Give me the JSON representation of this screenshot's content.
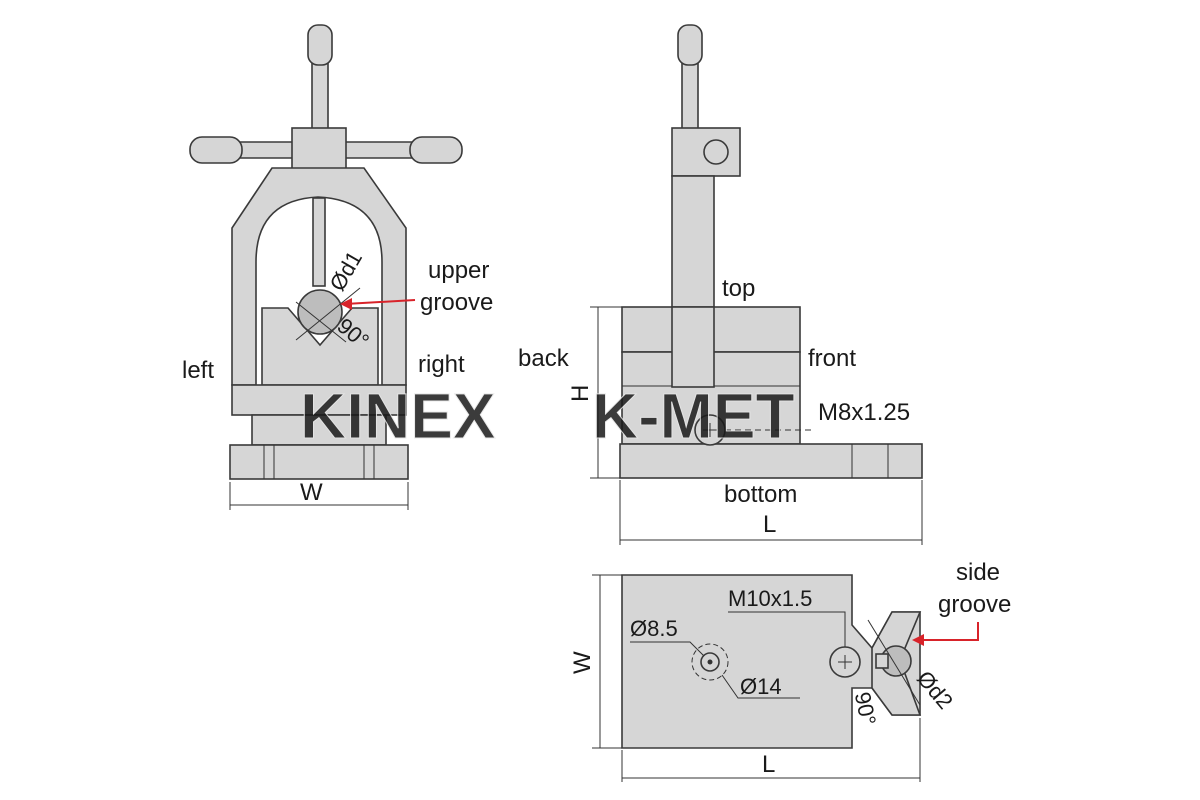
{
  "front_view": {
    "upper_groove_label_1": "upper",
    "upper_groove_label_2": "groove",
    "diameter_label": "Ød1",
    "angle_label": "90°",
    "left_label": "left",
    "right_label": "right",
    "width_label": "W"
  },
  "side_view": {
    "top_label": "top",
    "back_label": "back",
    "front_label": "front",
    "height_label": "H",
    "thread_label": "M8x1.25",
    "bottom_label": "bottom",
    "length_label": "L"
  },
  "bottom_view": {
    "side_groove_label_1": "side",
    "side_groove_label_2": "groove",
    "thread_label": "M10x1.5",
    "hole_inner_label": "Ø8.5",
    "hole_outer_label": "Ø14",
    "diameter_label": "Ød2",
    "angle_label": "90°",
    "width_label": "W",
    "length_label": "L"
  },
  "watermark": {
    "left": "KINEX",
    "right": "K-MET"
  },
  "colors": {
    "part_fill": "#d6d6d6",
    "outline": "#3a3a3a",
    "pointer_red": "#d8232a",
    "watermark": "#ffffff"
  }
}
